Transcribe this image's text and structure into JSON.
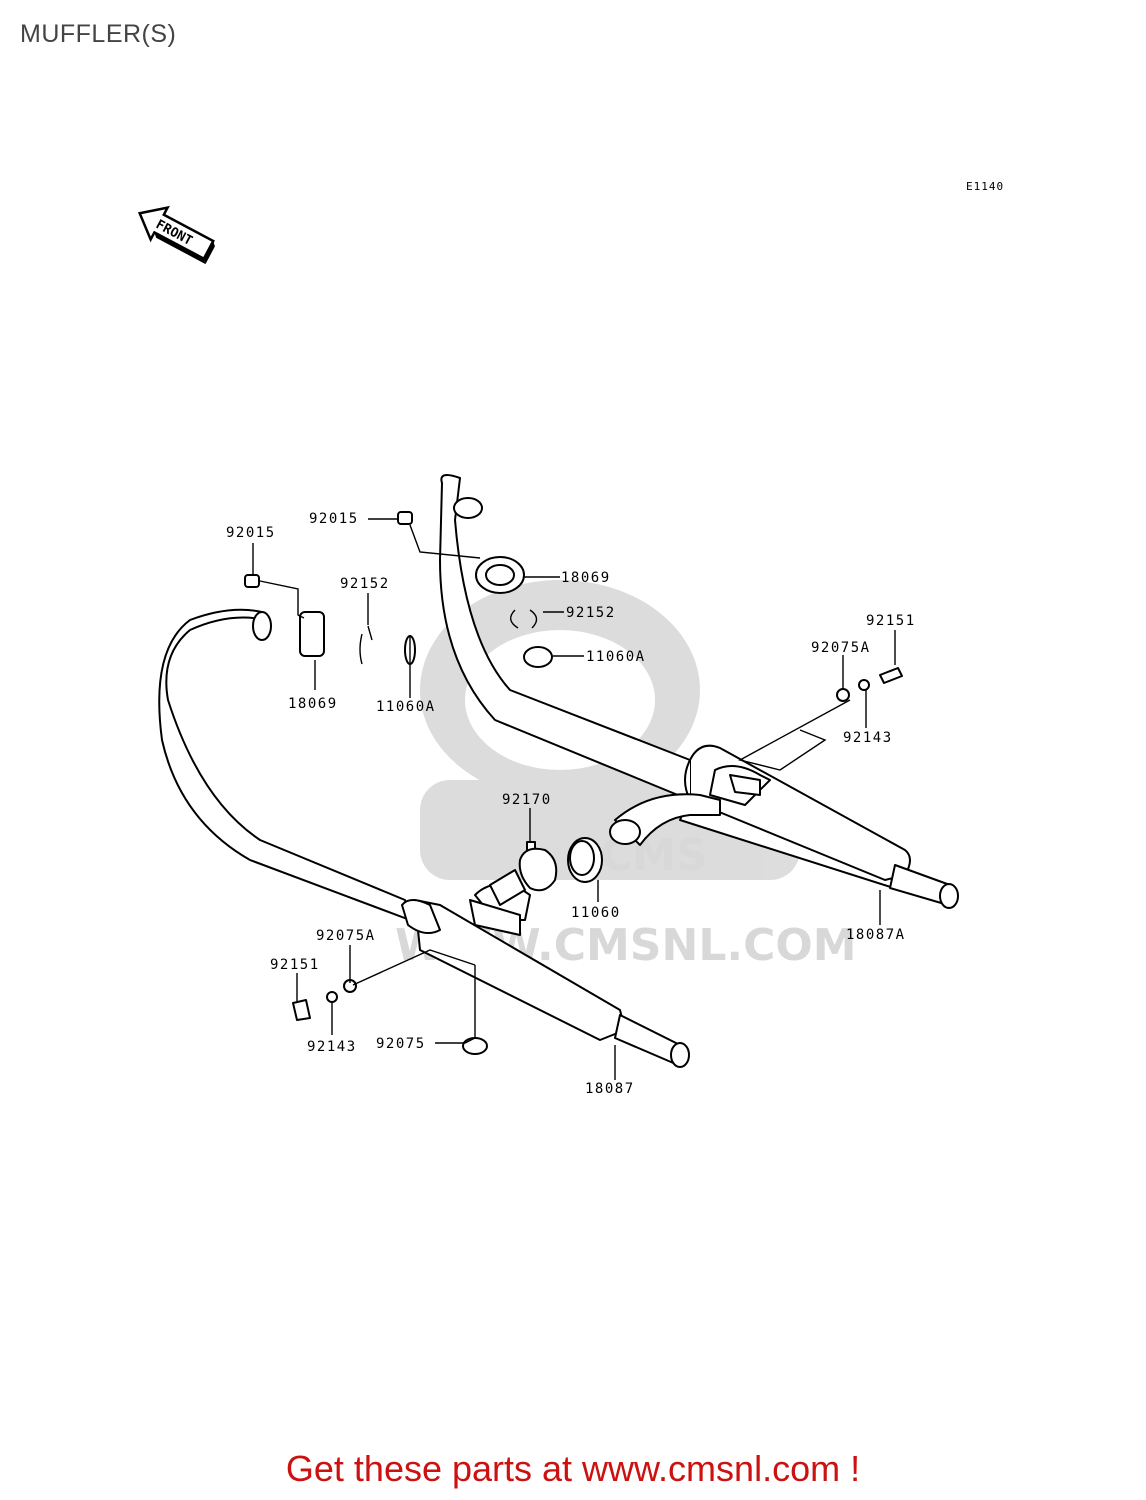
{
  "title": "MUFFLER(S)",
  "diagram_code": "E1140",
  "front_arrow_label": "FRONT",
  "watermark": "WWW.CMSNL.COM",
  "watermark_logo": "CMS",
  "parts": [
    {
      "id": "92015-top",
      "number": "92015"
    },
    {
      "id": "18069-right",
      "number": "18069"
    },
    {
      "id": "92152-right",
      "number": "92152"
    },
    {
      "id": "11060A-right",
      "number": "11060A"
    },
    {
      "id": "92015-left",
      "number": "92015"
    },
    {
      "id": "92152-left",
      "number": "92152"
    },
    {
      "id": "18069-left",
      "number": "18069"
    },
    {
      "id": "11060A-left",
      "number": "11060A"
    },
    {
      "id": "92151-right",
      "number": "92151"
    },
    {
      "id": "92075A-right",
      "number": "92075A"
    },
    {
      "id": "92143-right",
      "number": "92143"
    },
    {
      "id": "92170",
      "number": "92170"
    },
    {
      "id": "11060",
      "number": "11060"
    },
    {
      "id": "18087A",
      "number": "18087A"
    },
    {
      "id": "92075A-left",
      "number": "92075A"
    },
    {
      "id": "92151-left",
      "number": "92151"
    },
    {
      "id": "92143-left",
      "number": "92143"
    },
    {
      "id": "92075",
      "number": "92075"
    },
    {
      "id": "18087",
      "number": "18087"
    }
  ],
  "footer": {
    "prefix": "Get these parts at ",
    "link": "www.cmsnl.com",
    "suffix": " !"
  }
}
